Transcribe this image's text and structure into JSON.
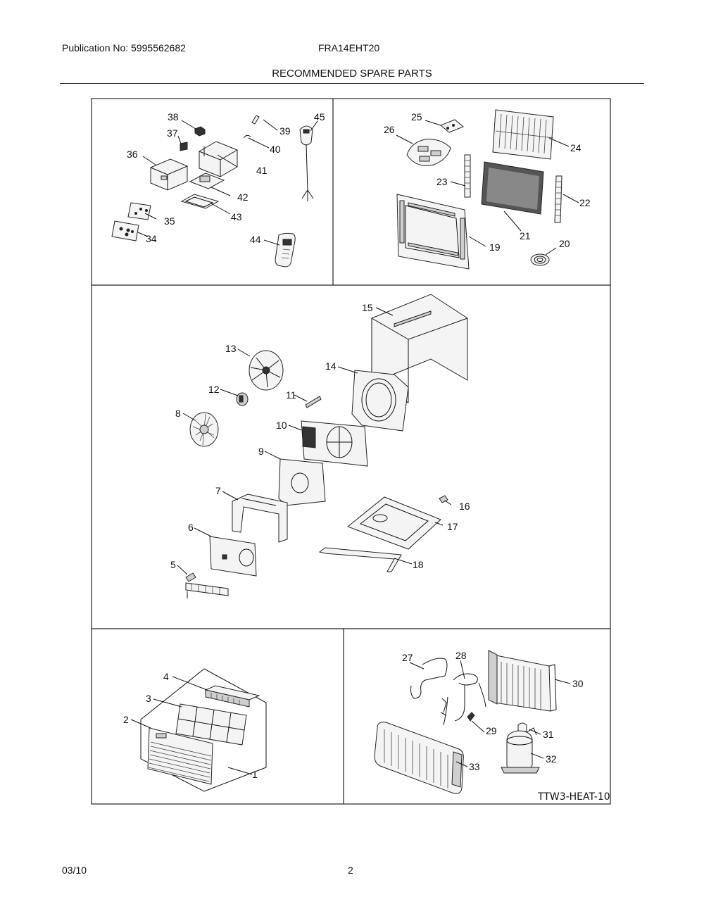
{
  "header": {
    "publication": "Publication No: 5995562682",
    "model": "FRA14EHT20",
    "title": "RECOMMENDED SPARE PARTS"
  },
  "footer": {
    "date": "03/10",
    "page": "2"
  },
  "diagram_code": "TTW3-HEAT-10",
  "part_numbers": [
    "1",
    "2",
    "3",
    "4",
    "5",
    "6",
    "7",
    "8",
    "9",
    "10",
    "11",
    "12",
    "13",
    "14",
    "15",
    "16",
    "17",
    "18",
    "19",
    "20",
    "21",
    "22",
    "23",
    "24",
    "25",
    "26",
    "27",
    "28",
    "29",
    "30",
    "31",
    "32",
    "33",
    "34",
    "35",
    "36",
    "37",
    "38",
    "39",
    "40",
    "41",
    "42",
    "43",
    "44",
    "45"
  ]
}
